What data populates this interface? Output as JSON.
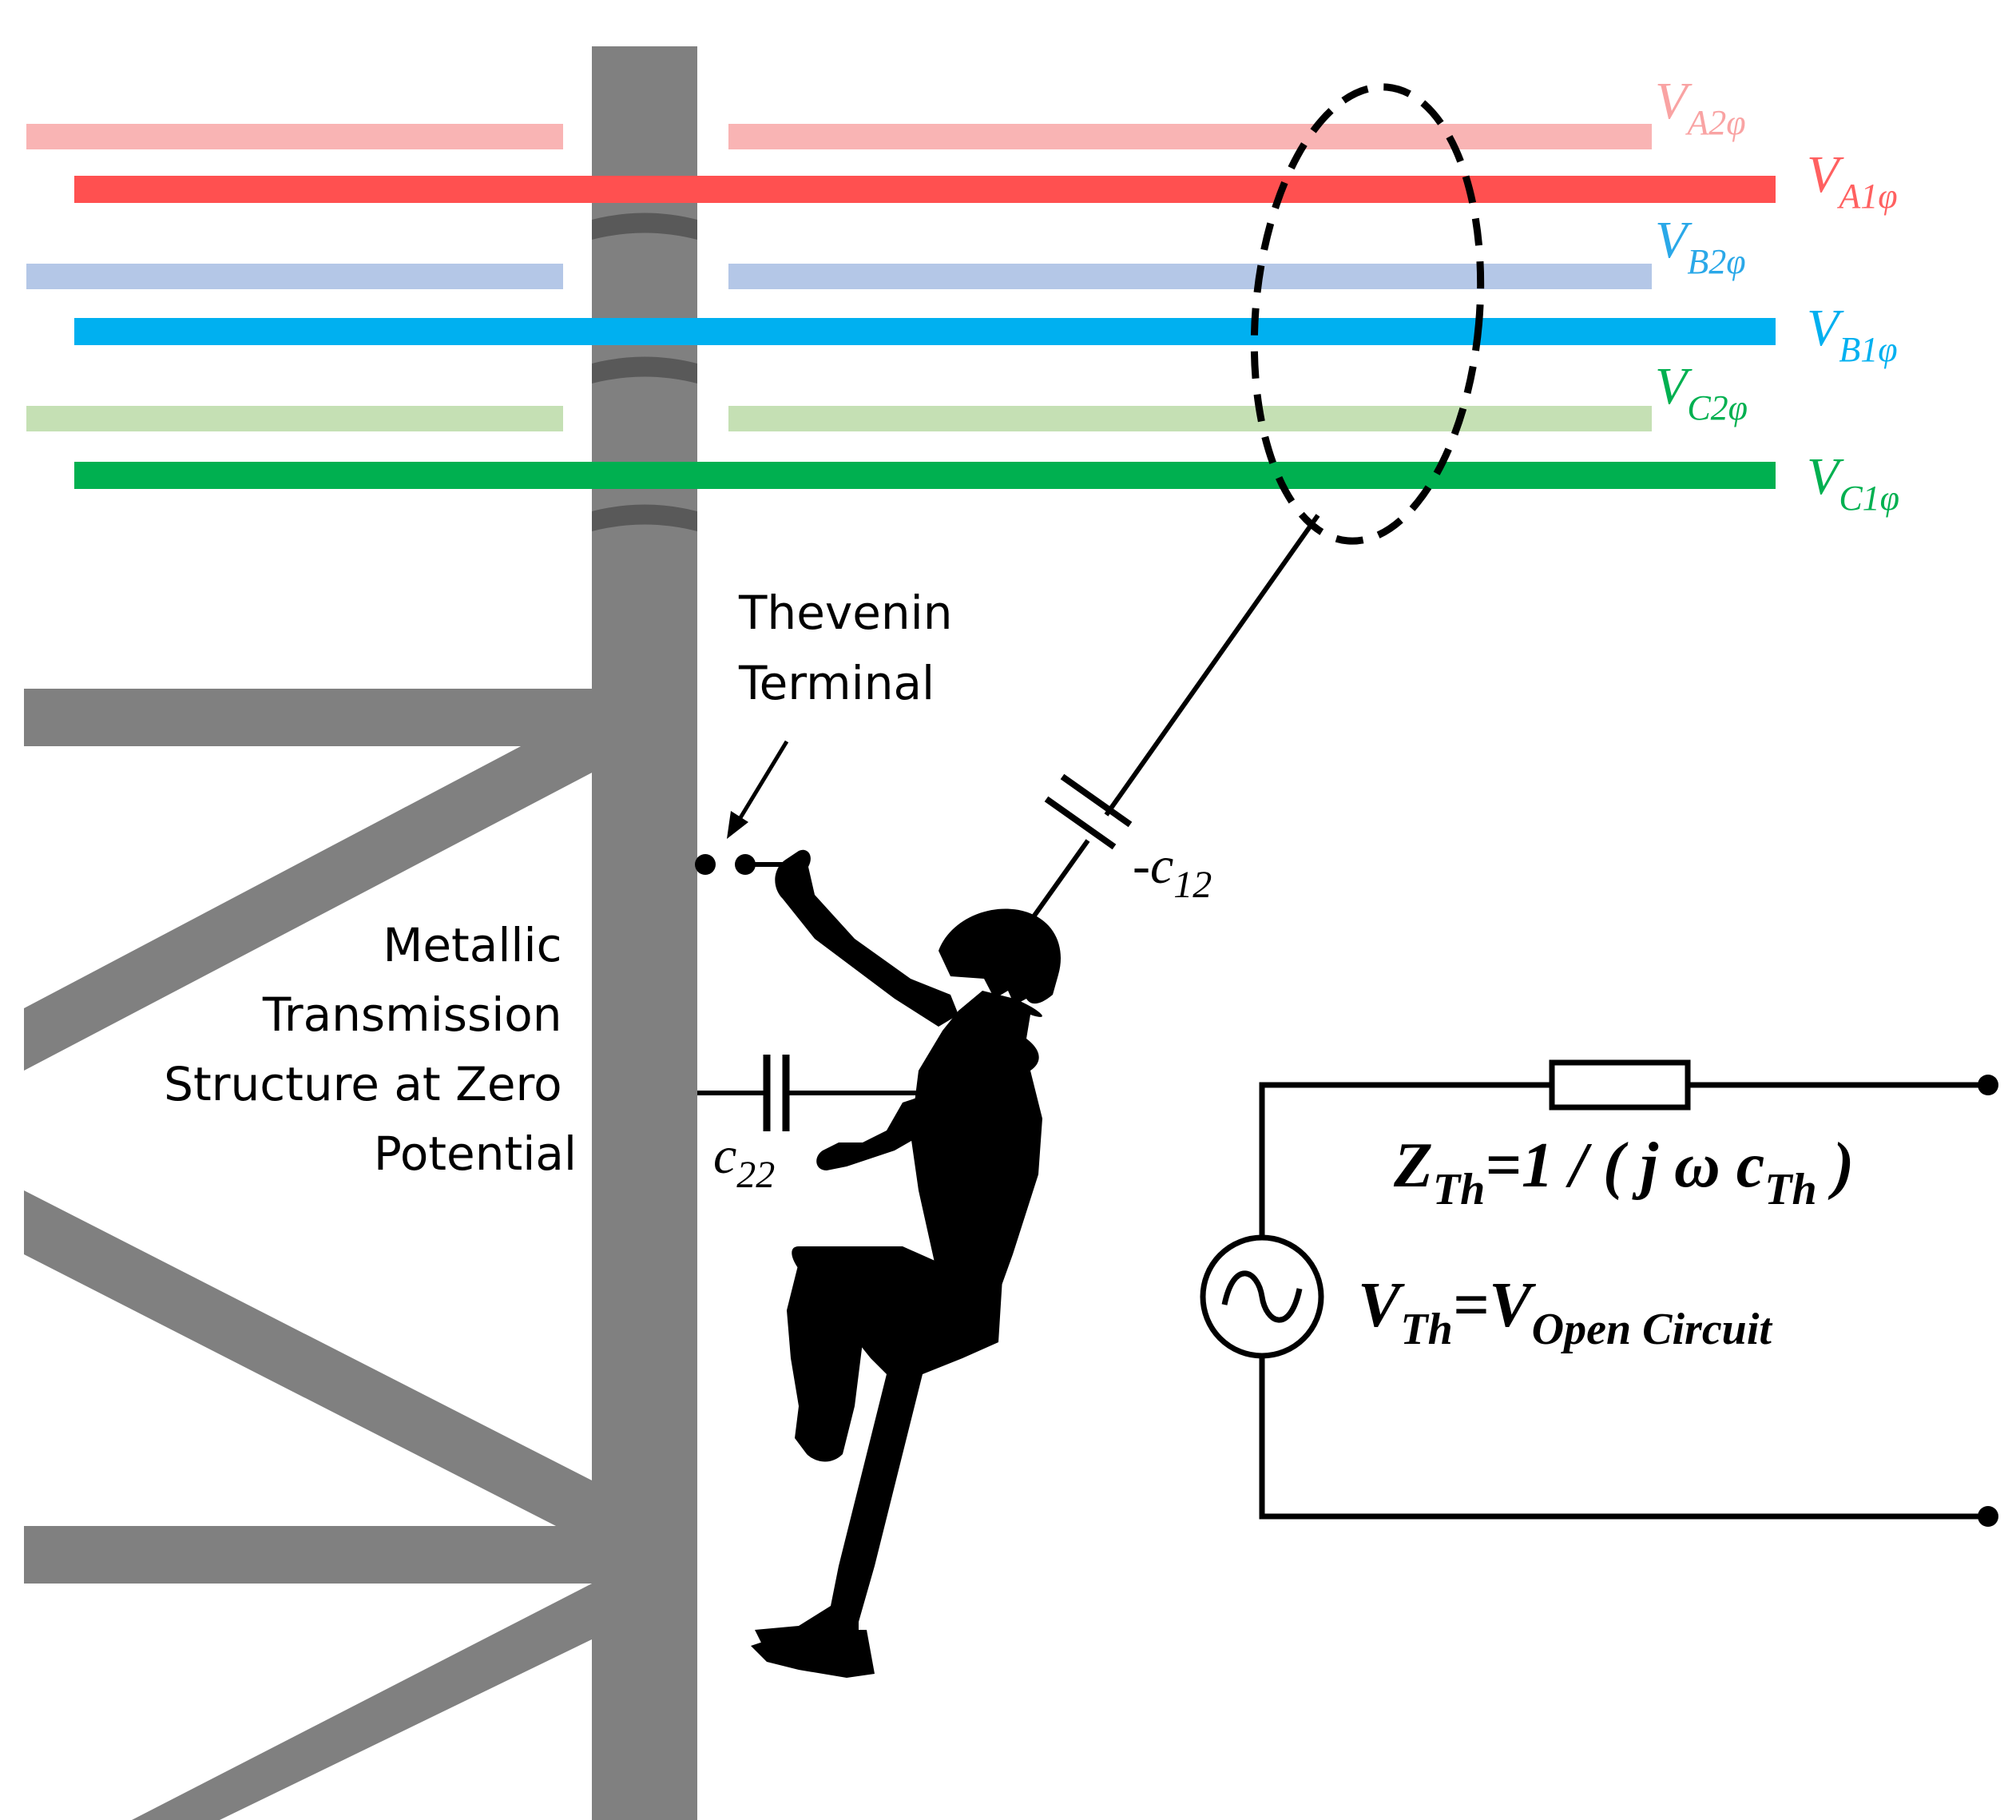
{
  "colors": {
    "phase_a_1": "#ff5050",
    "phase_a_2": "#f9b4b4",
    "phase_b_1": "#00b0f0",
    "phase_b_2": "#b4c7e7",
    "phase_c_1": "#00b050",
    "phase_c_2": "#c5e0b4",
    "structure": "#808080",
    "structure_band": "#595959",
    "circuit": "#000000"
  },
  "conductors": {
    "a2": {
      "symbol": "V",
      "subscript": "A2φ"
    },
    "a1": {
      "symbol": "V",
      "subscript": "A1φ"
    },
    "b2": {
      "symbol": "V",
      "subscript": "B2φ"
    },
    "b1": {
      "symbol": "V",
      "subscript": "B1φ"
    },
    "c2": {
      "symbol": "V",
      "subscript": "C2φ"
    },
    "c1": {
      "symbol": "V",
      "subscript": "C1φ"
    }
  },
  "labels": {
    "thevenin_terminal": [
      "Thevenin",
      "Terminal"
    ],
    "structure": [
      "Metallic",
      "Transmission",
      "Structure at Zero",
      "Potential"
    ],
    "cap_c12": {
      "prefix": "-c",
      "subscript": "12"
    },
    "cap_c22": {
      "prefix": "c",
      "subscript": "22"
    }
  },
  "circuit": {
    "impedance": {
      "z": "Z",
      "z_sub": "Th",
      "eq": "=1 / ( j ω c",
      "c_sub": "Th",
      "close": " )"
    },
    "voltage": {
      "v": "V",
      "v_sub": "Th",
      "eq": "=V",
      "oc_sub": "Open Circuit"
    }
  }
}
